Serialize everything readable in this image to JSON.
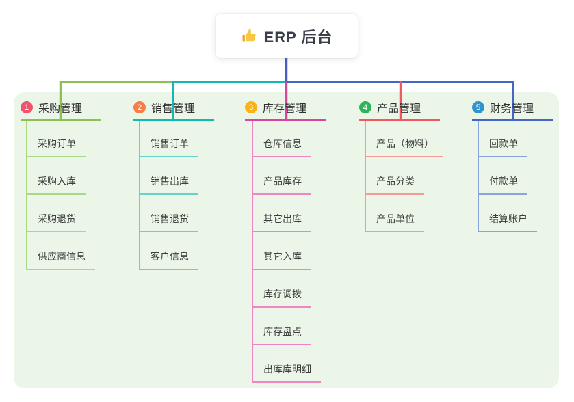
{
  "root": {
    "label": "ERP 后台",
    "icon": "thumbs-up-icon"
  },
  "colors": {
    "panel_bg": "#ebf6e9",
    "root_line": "#4a5fc4",
    "root_text": "#3a3f4a"
  },
  "branches": [
    {
      "badge": "1",
      "label": "采购管理",
      "badge_color": "#f1536e",
      "line_color": "#8cc152",
      "child_line_color": "#aad884",
      "children": [
        "采购订单",
        "采购入库",
        "采购退货",
        "供应商信息"
      ]
    },
    {
      "badge": "2",
      "label": "销售管理",
      "badge_color": "#f87d45",
      "line_color": "#12b8b1",
      "child_line_color": "#66d3cb",
      "children": [
        "销售订单",
        "销售出库",
        "销售退货",
        "客户信息"
      ]
    },
    {
      "badge": "3",
      "label": "库存管理",
      "badge_color": "#fcb116",
      "line_color": "#d8459e",
      "child_line_color": "#ef85c3",
      "children": [
        "仓库信息",
        "产品库存",
        "其它出库",
        "其它入库",
        "库存调拨",
        "库存盘点",
        "出库库明细"
      ]
    },
    {
      "badge": "4",
      "label": "产品管理",
      "badge_color": "#31b459",
      "line_color": "#f2595f",
      "child_line_color": "#f79a93",
      "children": [
        "产品（物料）",
        "产品分类",
        "产品单位"
      ]
    },
    {
      "badge": "5",
      "label": "财务管理",
      "badge_color": "#2e95d3",
      "line_color": "#4565c5",
      "child_line_color": "#8aa4e2",
      "children": [
        "回款单",
        "付款单",
        "结算账户"
      ]
    }
  ]
}
